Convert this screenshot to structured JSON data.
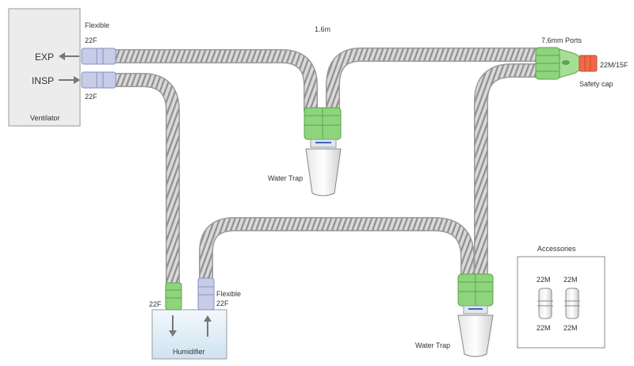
{
  "ventilator": {
    "name": "Ventilator",
    "exp_label": "EXP",
    "insp_label": "INSP"
  },
  "labels": {
    "flexible_top": "Flexible",
    "port_exp_size": "22F",
    "port_insp_size": "22F",
    "tube_length": "1.6m",
    "ports": "7.6mm Ports",
    "ypiece_size": "22M/15F",
    "safety_cap": "Safety cap",
    "water_trap_top": "Water Trap",
    "water_trap_bottom": "Water Trap",
    "humid_in_size": "22F",
    "humid_flexible": "Flexible",
    "humid_out_size": "22F"
  },
  "humidifier": {
    "name": "Humidifier"
  },
  "accessories": {
    "title": "Accessories",
    "items": [
      {
        "top": "22M",
        "bottom": "22M"
      },
      {
        "top": "22M",
        "bottom": "22M"
      }
    ]
  },
  "colors": {
    "tube": "#bcbcbc",
    "tube_rib": "#8c8c8c",
    "connector_green": "#8ed47c",
    "connector_blue": "#c7cce8",
    "safety_cap": "#f06a4a",
    "ventilator_fill": "#ececec",
    "humidifier_fill": "#dcebf5"
  }
}
